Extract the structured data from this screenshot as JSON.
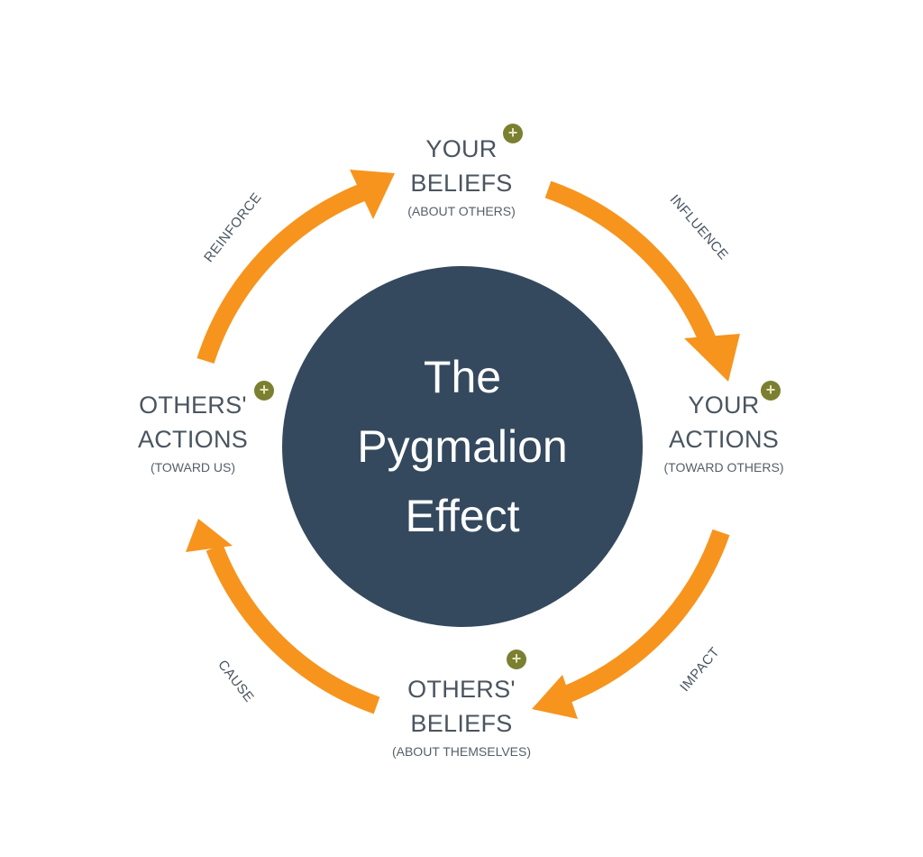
{
  "colors": {
    "center_circle": "#34495e",
    "arrow": "#f7941d",
    "node_text": "#4a5560",
    "plus_badge": "#7b7f31",
    "center_text": "#ffffff"
  },
  "center": {
    "lines": [
      "The",
      "Pygmalion",
      "Effect"
    ]
  },
  "nodes": [
    {
      "id": "your-beliefs",
      "line1": "YOUR",
      "line2": "BELIEFS",
      "sub": "(ABOUT OTHERS)",
      "badge": "+"
    },
    {
      "id": "your-actions",
      "line1": "YOUR",
      "line2": "ACTIONS",
      "sub": "(TOWARD OTHERS)",
      "badge": "+"
    },
    {
      "id": "others-beliefs",
      "line1": "OTHERS'",
      "line2": "BELIEFS",
      "sub": "(ABOUT THEMSELVES)",
      "badge": "+"
    },
    {
      "id": "others-actions",
      "line1": "OTHERS'",
      "line2": "ACTIONS",
      "sub": "(TOWARD US)",
      "badge": "+"
    }
  ],
  "arrows": [
    {
      "label": "INFLUENCE",
      "from": "your-beliefs",
      "to": "your-actions"
    },
    {
      "label": "IMPACT",
      "from": "your-actions",
      "to": "others-beliefs"
    },
    {
      "label": "CAUSE",
      "from": "others-beliefs",
      "to": "others-actions"
    },
    {
      "label": "REINFORCE",
      "from": "others-actions",
      "to": "your-beliefs"
    }
  ]
}
